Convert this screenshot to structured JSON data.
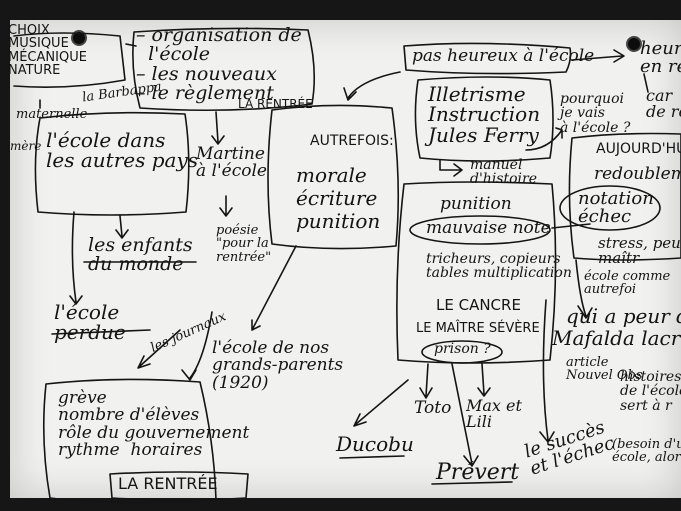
{
  "board_title": "Carte mentale sur l'école",
  "notes": [
    {
      "id": "choix-musique",
      "text": "CHOIX\nMUSIQUE\nMÉCANIQUE\nNATURE"
    },
    {
      "id": "barbapapa",
      "text": "la Barbappa"
    },
    {
      "id": "maternelle",
      "text": "maternelle"
    },
    {
      "id": "mere",
      "text": "mère"
    },
    {
      "id": "organisation",
      "text": "– organisation de\n  l'école\n– les nouveaux\n– le règlement"
    },
    {
      "id": "la-rentree-top",
      "text": "LA RENTRÉE"
    },
    {
      "id": "pas-heureux",
      "text": "pas heureux à l'école"
    },
    {
      "id": "heureux-right",
      "text": "heureu\nen re"
    },
    {
      "id": "cartable",
      "text": "car\nde re"
    },
    {
      "id": "ecole-autres-pays",
      "text": "l'école dans\nles autres pays"
    },
    {
      "id": "martine",
      "text": "Martine\nà l'école"
    },
    {
      "id": "autrefois",
      "text": "AUTREFOIS:"
    },
    {
      "id": "morale",
      "text": "morale\nécriture\npunition"
    },
    {
      "id": "illetrisme",
      "text": "Illetrisme\nInstruction\nJules Ferry"
    },
    {
      "id": "pourquoi",
      "text": "pourquoi\nje vais\nà l'école ?"
    },
    {
      "id": "manuel",
      "text": "manuel\nd'histoire"
    },
    {
      "id": "aujourdhui",
      "text": "AUJOURD'HU"
    },
    {
      "id": "redoublement",
      "text": "redoublemen"
    },
    {
      "id": "notation",
      "text": "notation\néchec"
    },
    {
      "id": "stress",
      "text": "stress, peu\nmaîtr"
    },
    {
      "id": "ecole-comme",
      "text": "école comme\nautrefoi"
    },
    {
      "id": "enfants-monde",
      "text": "les enfants\ndu monde"
    },
    {
      "id": "poesie",
      "text": "poésie\n\"pour la\nrentrée\""
    },
    {
      "id": "punition",
      "text": "punition"
    },
    {
      "id": "mauvaise-note",
      "text": "mauvaise note"
    },
    {
      "id": "tricheurs",
      "text": "tricheurs, copieurs\ntables multiplication"
    },
    {
      "id": "cancre",
      "text": "LE CANCRE"
    },
    {
      "id": "maitre-severe",
      "text": "LE MAÎTRE SÉVÈRE"
    },
    {
      "id": "prison",
      "text": "prison ?"
    },
    {
      "id": "qui-a-peur",
      "text": "qui a peur de"
    },
    {
      "id": "mafalda",
      "text": "Mafalda lacriz"
    },
    {
      "id": "ecole-perdue",
      "text": "l'école\nperdue"
    },
    {
      "id": "les-journaux",
      "text": "les journaux"
    },
    {
      "id": "ecole-grands-parents",
      "text": "l'école de nos\ngrands-parents\n(1920)"
    },
    {
      "id": "article",
      "text": "article\nNouvel Obs"
    },
    {
      "id": "histoires",
      "text": "histoires\nde l'école\nsert à r"
    },
    {
      "id": "greve",
      "text": "grève\nnombre d'élèves\nrôle du gouvernement\nrythme  horaires"
    },
    {
      "id": "la-rentree-bottom",
      "text": "LA RENTRÉE"
    },
    {
      "id": "ducobu",
      "text": "Ducobu"
    },
    {
      "id": "toto",
      "text": "Toto"
    },
    {
      "id": "max-lili",
      "text": "Max et\nLili"
    },
    {
      "id": "prevert",
      "text": "Prévert"
    },
    {
      "id": "succes-echec",
      "text": "le succès\net l'échec"
    },
    {
      "id": "besoin",
      "text": "(besoin d'un\nécole, alors?"
    }
  ]
}
